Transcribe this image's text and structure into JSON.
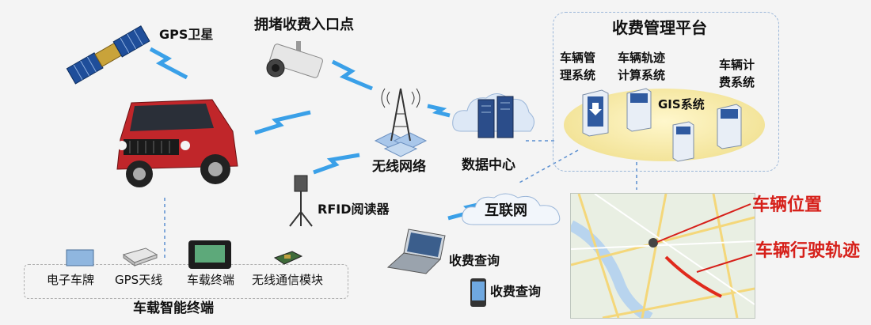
{
  "labels": {
    "gps_satellite": "GPS卫星",
    "congestion_entry": "拥堵收费入口点",
    "platform_title": "收费管理平台",
    "vehicle_mgmt_line1": "车辆管",
    "vehicle_mgmt_line2": "理系统",
    "track_calc_line1": "车辆轨迹",
    "track_calc_line2": "计算系统",
    "billing_line1": "车辆计",
    "billing_line2": "费系统",
    "gis_system": "GIS系统",
    "wireless_network": "无线网络",
    "data_center": "数据中心",
    "rfid_reader": "RFID阅读器",
    "internet": "互联网",
    "vehicle_position": "车辆位置",
    "vehicle_track": "车辆行驶轨迹",
    "fee_query_laptop": "收费查询",
    "fee_query_phone": "收费查询",
    "electronic_plate": "电子车牌",
    "gps_antenna": "GPS天线",
    "onboard_terminal": "车载终端",
    "wireless_module": "无线通信模块",
    "smart_terminal_group": "车载智能终端"
  },
  "icons": [
    "satellite-icon",
    "surveillance-camera-icon",
    "suv-vehicle-icon",
    "radio-tower-icon",
    "server-cluster-icon",
    "rfid-reader-icon",
    "cloud-icon",
    "laptop-icon",
    "smartphone-icon",
    "map-icon",
    "electronic-plate-icon",
    "gps-antenna-icon",
    "onboard-terminal-icon",
    "wireless-module-icon",
    "wireless-signal-icon"
  ],
  "colors": {
    "accent_red": "#d6201a",
    "signal_blue": "#3aa0e8",
    "dashed_blue": "#5b8fd0"
  }
}
